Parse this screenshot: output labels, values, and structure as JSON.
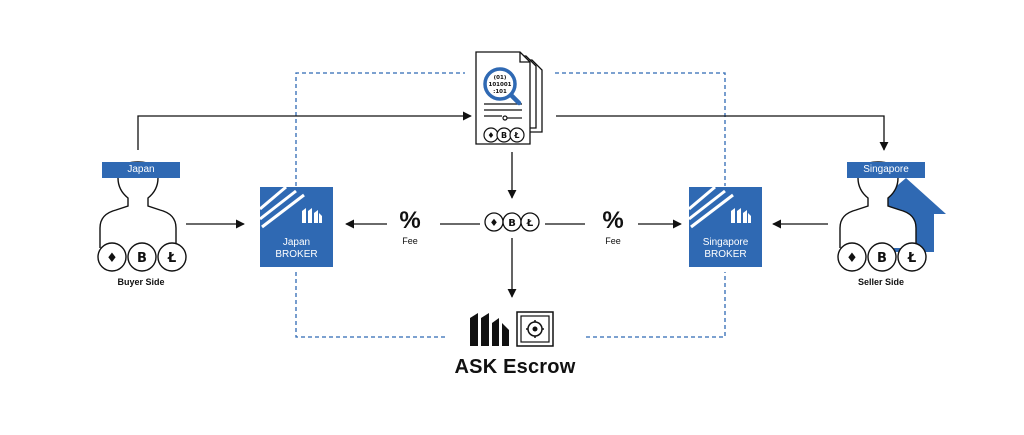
{
  "regions": {
    "left": "Japan",
    "right": "Singapore"
  },
  "sides": {
    "buyer": "Buyer Side",
    "seller": "Seller Side"
  },
  "brokers": {
    "left": {
      "line1": "Japan",
      "line2": "BROKER"
    },
    "right": {
      "line1": "Singapore",
      "line2": "BROKER"
    }
  },
  "fees": {
    "symbol": "%",
    "label": "Fee"
  },
  "document": {
    "code_lines": [
      "(01)",
      "101001",
      ":101"
    ]
  },
  "coins": {
    "eth": "♦",
    "btc": "B",
    "ltc": "Ł"
  },
  "escrow": {
    "title": "ASK Escrow"
  },
  "colors": {
    "brand_blue": "#2f69b3",
    "line": "#111111",
    "dashed": "#2f69b3"
  }
}
